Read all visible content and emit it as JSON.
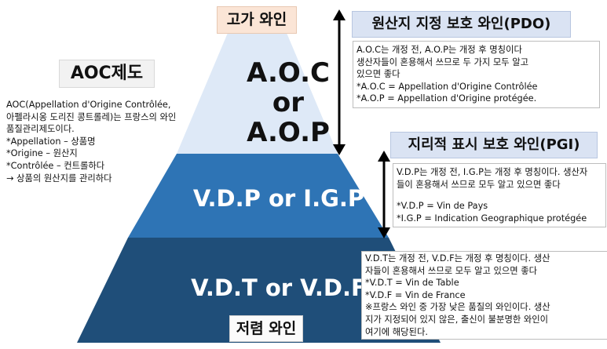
{
  "pyramid": {
    "top_label": "고가 와인",
    "bottom_label": "저렴 와인",
    "tiers": [
      {
        "lines": [
          "A.O.C",
          "or",
          "A.O.P"
        ],
        "color": "#dee9f7"
      },
      {
        "lines": [
          "V.D.P or I.G.P"
        ],
        "color": "#2e74b5"
      },
      {
        "lines": [
          "V.D.T or V.D.F"
        ],
        "color": "#1f4e79"
      }
    ]
  },
  "aoc": {
    "title": "AOC제도",
    "lines": [
      "AOC(Appellation d'Origine Contrôlée,",
      "아펠라시옹 도리진 콩트롤레)는 프랑스의 와인",
      "품질관리제도이다.",
      "*Appellation – 상품명",
      "*Origine – 원산지",
      "*Contrôlée – 컨트롤하다",
      "→ 상품의 원산지를 관리하다"
    ]
  },
  "pdo": {
    "heading": "원산지 지정 보호 와인(PDO)",
    "lines": [
      "A.O.C는 개정 전, A.O.P는 개정 후 명칭이다",
      "생산자들이 혼용해서 쓰므로 두 가지 모두 알고",
      "있으면 좋다",
      "*A.O.C = Appellation d'Origine Contrôlée",
      "*A.O.P = Appellation d'Origine protégée."
    ]
  },
  "pgi": {
    "heading": "지리적 표시 보호 와인(PGI)",
    "lines": [
      "V.D.P는 개정 전, I.G.P는 개정 후 명칭이다. 생산자",
      "들이 혼용해서 쓰므로 모두 알고 있으면 좋다",
      "",
      "*V.D.P = Vin de Pays",
      "*I.G.P = Indication Geographique protégée"
    ]
  },
  "vdt": {
    "lines": [
      "V.D.T는 개정 전, V.D.F는 개정 후 명칭이다. 생산",
      "자들이 혼용해서 쓰므로 모두 알고 있으면 좋다",
      "*V.D.T = Vin de Table",
      "*V.D.F = Vin de France",
      "※프랑스 와인 중 가장 낮은 품질의 와인이다. 생산",
      "지가 지정되어 있지 않은, 출신이 불분명한 와인이",
      "여기에 해당된다."
    ]
  }
}
